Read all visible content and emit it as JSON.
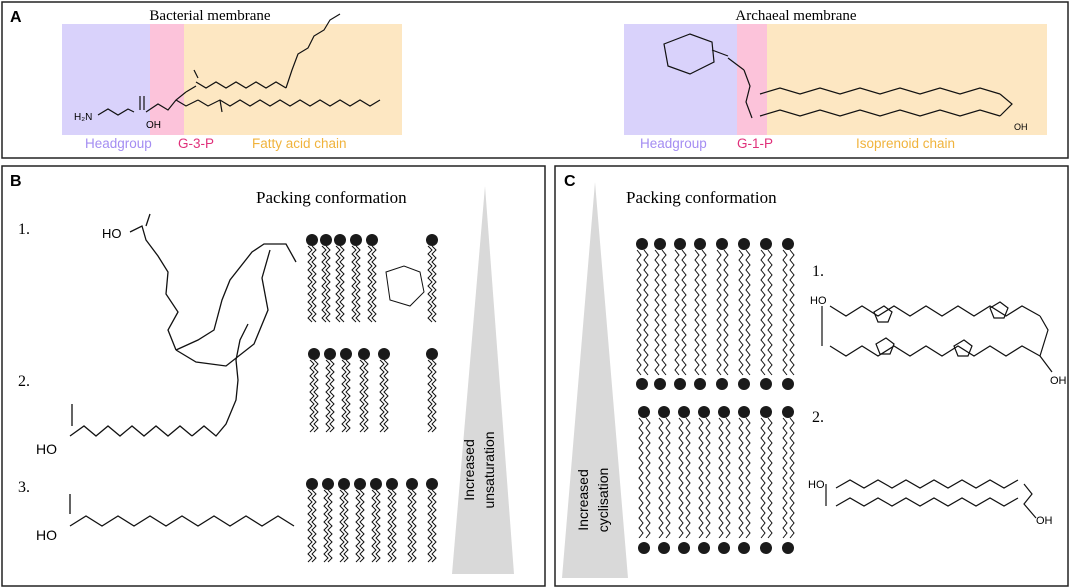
{
  "panels": {
    "a": {
      "letter": "A",
      "bacterial": {
        "title": "Bacterial membrane",
        "headgroup": "Headgroup",
        "backbone": "G-3-P",
        "chain": "Fatty acid chain",
        "atoms": {
          "amine": "H₂N",
          "hydroxyl": "OH"
        }
      },
      "archaeal": {
        "title": "Archaeal membrane",
        "headgroup": "Headgroup",
        "backbone": "G-1-P",
        "chain": "Isoprenoid chain",
        "atoms": {
          "hydroxyl": "OH"
        }
      },
      "colors": {
        "headgroup": "#d9d2fb",
        "backbone": "#fcc3da",
        "chain": "#fde7c2",
        "headgroup_text": "#a48df2",
        "backbone_text": "#e0307a",
        "chain_text": "#f0b33c"
      }
    },
    "b": {
      "letter": "B",
      "title": "Packing conformation",
      "items": [
        {
          "number": "1.",
          "label": "HO"
        },
        {
          "number": "2.",
          "label": "HO"
        },
        {
          "number": "3.",
          "label": "HO"
        }
      ],
      "gradient_label": [
        "Increased",
        "unsaturation"
      ]
    },
    "c": {
      "letter": "C",
      "title": "Packing conformation",
      "items": [
        {
          "number": "1.",
          "label_top": "HO",
          "label_bottom": "OH"
        },
        {
          "number": "2.",
          "label_top": "HO",
          "label_bottom": "OH"
        }
      ],
      "gradient_label": [
        "Increased",
        "cyclisation"
      ]
    }
  }
}
